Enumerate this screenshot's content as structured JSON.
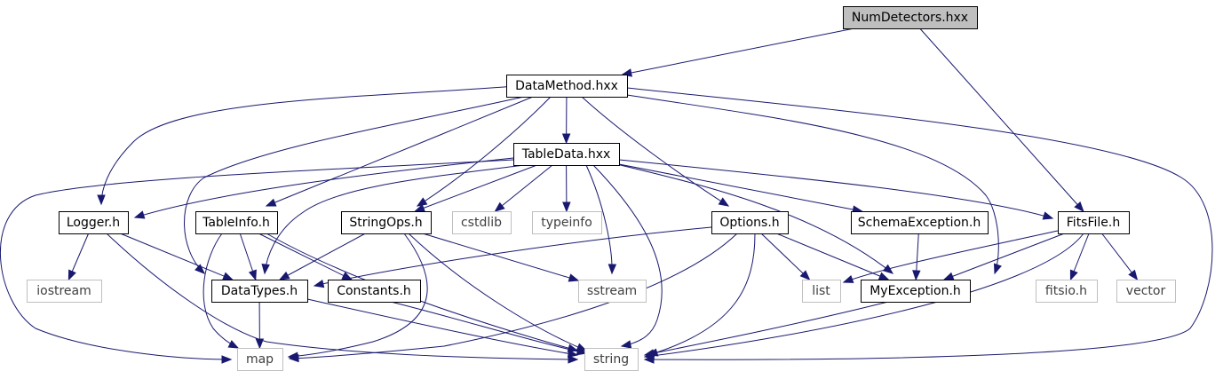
{
  "colors": {
    "edge": "#191970",
    "root_fill": "#bfbfbf",
    "node_border": "#000000",
    "external_border": "#bfbfbf",
    "external_text": "#404040",
    "node_text": "#000000"
  },
  "graph": {
    "nodes": [
      {
        "id": "numdetectors",
        "label": "NumDetectors.hxx",
        "kind": "root"
      },
      {
        "id": "datamethod",
        "label": "DataMethod.hxx",
        "kind": "file"
      },
      {
        "id": "tabledata",
        "label": "TableData.hxx",
        "kind": "file"
      },
      {
        "id": "logger",
        "label": "Logger.h",
        "kind": "file"
      },
      {
        "id": "tableinfo",
        "label": "TableInfo.h",
        "kind": "file"
      },
      {
        "id": "stringops",
        "label": "StringOps.h",
        "kind": "file"
      },
      {
        "id": "cstdlib",
        "label": "cstdlib",
        "kind": "external"
      },
      {
        "id": "typeinfo",
        "label": "typeinfo",
        "kind": "external"
      },
      {
        "id": "options",
        "label": "Options.h",
        "kind": "file"
      },
      {
        "id": "schemaexception",
        "label": "SchemaException.h",
        "kind": "file"
      },
      {
        "id": "fitsfile",
        "label": "FitsFile.h",
        "kind": "file"
      },
      {
        "id": "iostream",
        "label": "iostream",
        "kind": "external"
      },
      {
        "id": "datatypes",
        "label": "DataTypes.h",
        "kind": "file"
      },
      {
        "id": "constants",
        "label": "Constants.h",
        "kind": "file"
      },
      {
        "id": "sstream",
        "label": "sstream",
        "kind": "external"
      },
      {
        "id": "list",
        "label": "list",
        "kind": "external"
      },
      {
        "id": "myexception",
        "label": "MyException.h",
        "kind": "file"
      },
      {
        "id": "fitsio",
        "label": "fitsio.h",
        "kind": "external"
      },
      {
        "id": "vector",
        "label": "vector",
        "kind": "external"
      },
      {
        "id": "map",
        "label": "map",
        "kind": "external"
      },
      {
        "id": "string",
        "label": "string",
        "kind": "external"
      }
    ],
    "edges": [
      {
        "from": "numdetectors",
        "to": "datamethod"
      },
      {
        "from": "numdetectors",
        "to": "fitsfile"
      },
      {
        "from": "datamethod",
        "to": "tabledata"
      },
      {
        "from": "datamethod",
        "to": "logger"
      },
      {
        "from": "datamethod",
        "to": "tableinfo"
      },
      {
        "from": "datamethod",
        "to": "stringops"
      },
      {
        "from": "datamethod",
        "to": "options"
      },
      {
        "from": "datamethod",
        "to": "datatypes"
      },
      {
        "from": "datamethod",
        "to": "myexception"
      },
      {
        "from": "datamethod",
        "to": "string"
      },
      {
        "from": "tabledata",
        "to": "logger"
      },
      {
        "from": "tabledata",
        "to": "stringops"
      },
      {
        "from": "tabledata",
        "to": "cstdlib"
      },
      {
        "from": "tabledata",
        "to": "typeinfo"
      },
      {
        "from": "tabledata",
        "to": "schemaexception"
      },
      {
        "from": "tabledata",
        "to": "fitsfile"
      },
      {
        "from": "tabledata",
        "to": "datatypes"
      },
      {
        "from": "tabledata",
        "to": "sstream"
      },
      {
        "from": "tabledata",
        "to": "myexception"
      },
      {
        "from": "tabledata",
        "to": "map"
      },
      {
        "from": "tabledata",
        "to": "string"
      },
      {
        "from": "logger",
        "to": "iostream"
      },
      {
        "from": "logger",
        "to": "datatypes"
      },
      {
        "from": "logger",
        "to": "string"
      },
      {
        "from": "tableinfo",
        "to": "datatypes"
      },
      {
        "from": "tableinfo",
        "to": "constants"
      },
      {
        "from": "tableinfo",
        "to": "map"
      },
      {
        "from": "tableinfo",
        "to": "string"
      },
      {
        "from": "stringops",
        "to": "datatypes"
      },
      {
        "from": "stringops",
        "to": "sstream"
      },
      {
        "from": "stringops",
        "to": "map"
      },
      {
        "from": "stringops",
        "to": "string"
      },
      {
        "from": "options",
        "to": "datatypes"
      },
      {
        "from": "options",
        "to": "list"
      },
      {
        "from": "options",
        "to": "myexception"
      },
      {
        "from": "options",
        "to": "map"
      },
      {
        "from": "options",
        "to": "string"
      },
      {
        "from": "schemaexception",
        "to": "myexception"
      },
      {
        "from": "fitsfile",
        "to": "list"
      },
      {
        "from": "fitsfile",
        "to": "myexception"
      },
      {
        "from": "fitsfile",
        "to": "fitsio"
      },
      {
        "from": "fitsfile",
        "to": "vector"
      },
      {
        "from": "fitsfile",
        "to": "string"
      },
      {
        "from": "datatypes",
        "to": "map"
      },
      {
        "from": "datatypes",
        "to": "string"
      },
      {
        "from": "constants",
        "to": "string"
      },
      {
        "from": "myexception",
        "to": "string"
      }
    ]
  }
}
